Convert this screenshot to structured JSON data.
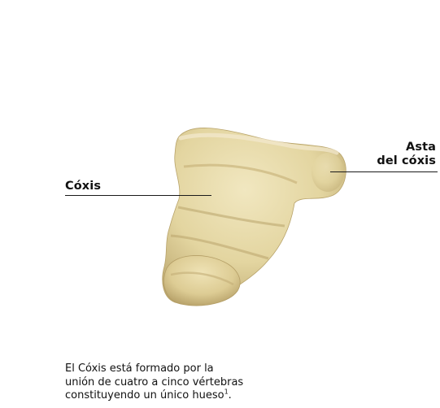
{
  "labels": {
    "coxis": "Cóxis",
    "asta_line1": "Asta",
    "asta_line2": "del cóxis"
  },
  "caption": {
    "line1": "El Cóxis está formado por la",
    "line2": "unión de cuatro a cinco vértebras",
    "line3": "constituyendo un único hueso",
    "footnote_mark": "1",
    "end": "."
  },
  "colors": {
    "bone_base": "#e3d5a0",
    "bone_shadow": "#b8a36a",
    "bone_highlight": "#f1e7c0",
    "line": "#1a1a1a"
  }
}
